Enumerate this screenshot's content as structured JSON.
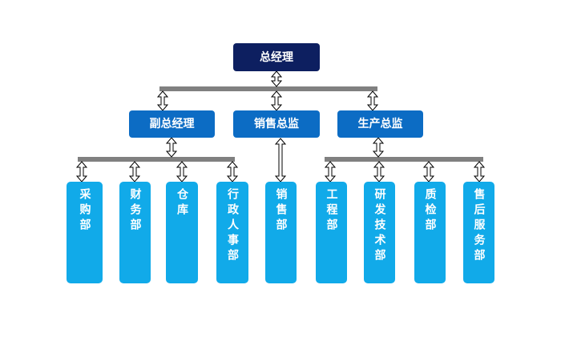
{
  "org_chart": {
    "top": {
      "label": "总经理"
    },
    "mid": [
      {
        "label": "副总经理"
      },
      {
        "label": "销售总监"
      },
      {
        "label": "生产总监"
      }
    ],
    "departments": [
      {
        "label": "采购部"
      },
      {
        "label": "财务部"
      },
      {
        "label": "仓库"
      },
      {
        "label": "行政人事部"
      },
      {
        "label": "销售部"
      },
      {
        "label": "工程部"
      },
      {
        "label": "研发技术部"
      },
      {
        "label": "质检部"
      },
      {
        "label": "售后服务部"
      }
    ],
    "colors": {
      "top_box": "#0d1f60",
      "mid_box": "#0c6cc4",
      "dept_box": "#11aae9",
      "connector_bar": "#808080",
      "arrow_stroke": "#000000"
    }
  }
}
